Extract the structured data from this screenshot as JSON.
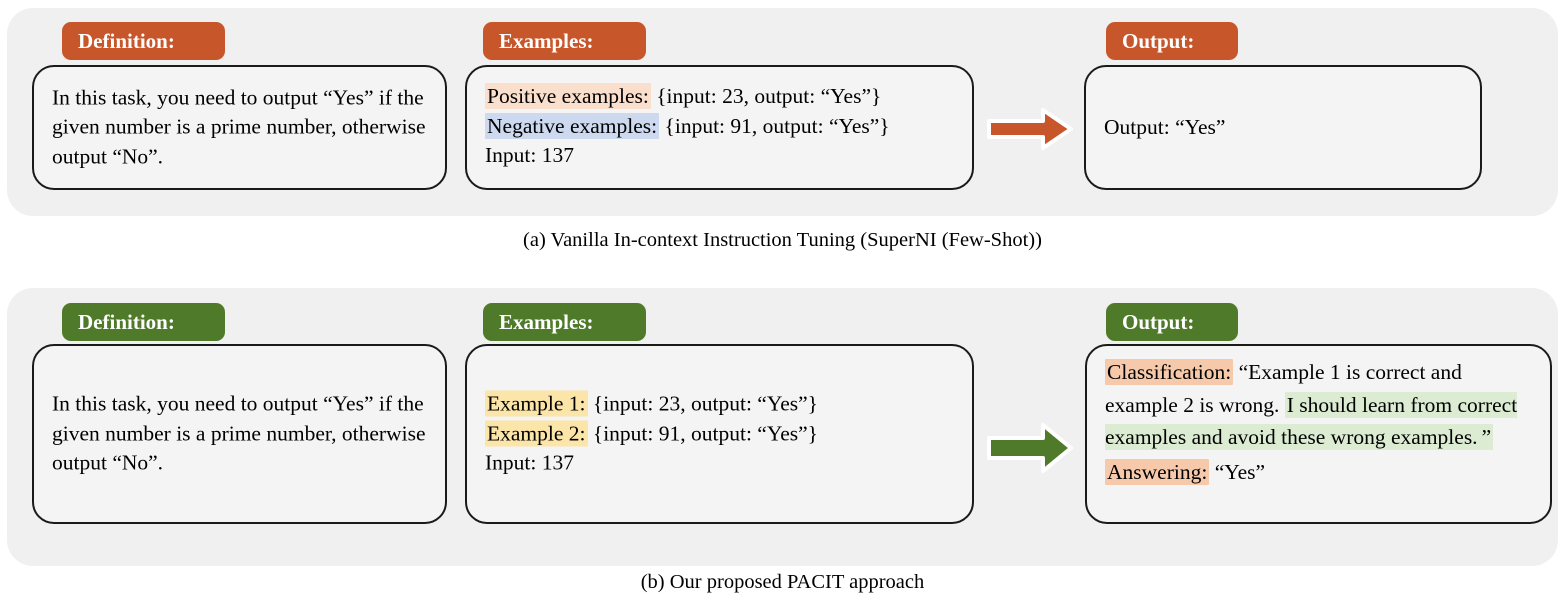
{
  "figure": {
    "title": "PACIT vs Vanilla In-context Instruction Tuning",
    "colors": {
      "panel_bg": "#f0f0f0",
      "box_bg": "#f4f4f4",
      "box_border": "#1a1a1a",
      "orange": "#c8562b",
      "green": "#4e7a2a",
      "highlight_peach": "#fadfcc",
      "highlight_blue": "#ccd9ef",
      "highlight_yellow": "#fce5a8",
      "highlight_salmon": "#f6c9ab",
      "highlight_green": "#dcecd2"
    }
  },
  "panel_a": {
    "caption": "(a) Vanilla In-context Instruction Tuning (SuperNI (Few-Shot))",
    "definition": {
      "tab_label": "Definition:",
      "text": "In this task, you need to output “Yes” if the given number is a prime number, otherwise output “No”."
    },
    "examples": {
      "tab_label": "Examples:",
      "positive_label": "Positive examples:",
      "positive_value": "{input: 23, output: “Yes”}",
      "negative_label": "Negative examples:",
      "negative_value": "{input: 91, output: “Yes”}",
      "input_line": "Input: 137"
    },
    "output": {
      "tab_label": "Output:",
      "text": "Output: “Yes”"
    },
    "arrow": "arrow-right-orange"
  },
  "panel_b": {
    "caption": "(b) Our proposed PACIT approach",
    "definition": {
      "tab_label": "Definition:",
      "text": "In this task, you need to output “Yes” if the given number is a prime number, otherwise output “No”."
    },
    "examples": {
      "tab_label": "Examples:",
      "example1_label": "Example 1:",
      "example1_value": "{input: 23, output: “Yes”}",
      "example2_label": "Example 2:",
      "example2_value": "{input: 91, output: “Yes”}",
      "input_line": "Input: 137"
    },
    "output": {
      "tab_label": "Output:",
      "classification_label": "Classification:",
      "classification_text_plain": "“Example 1 is correct and example 2 is wrong.",
      "classification_text_highlight": "I should learn from correct examples and avoid these wrong examples.",
      "classification_closing_quote": "”",
      "answering_label": "Answering:",
      "answering_value": "“Yes”"
    },
    "arrow": "arrow-right-green"
  }
}
